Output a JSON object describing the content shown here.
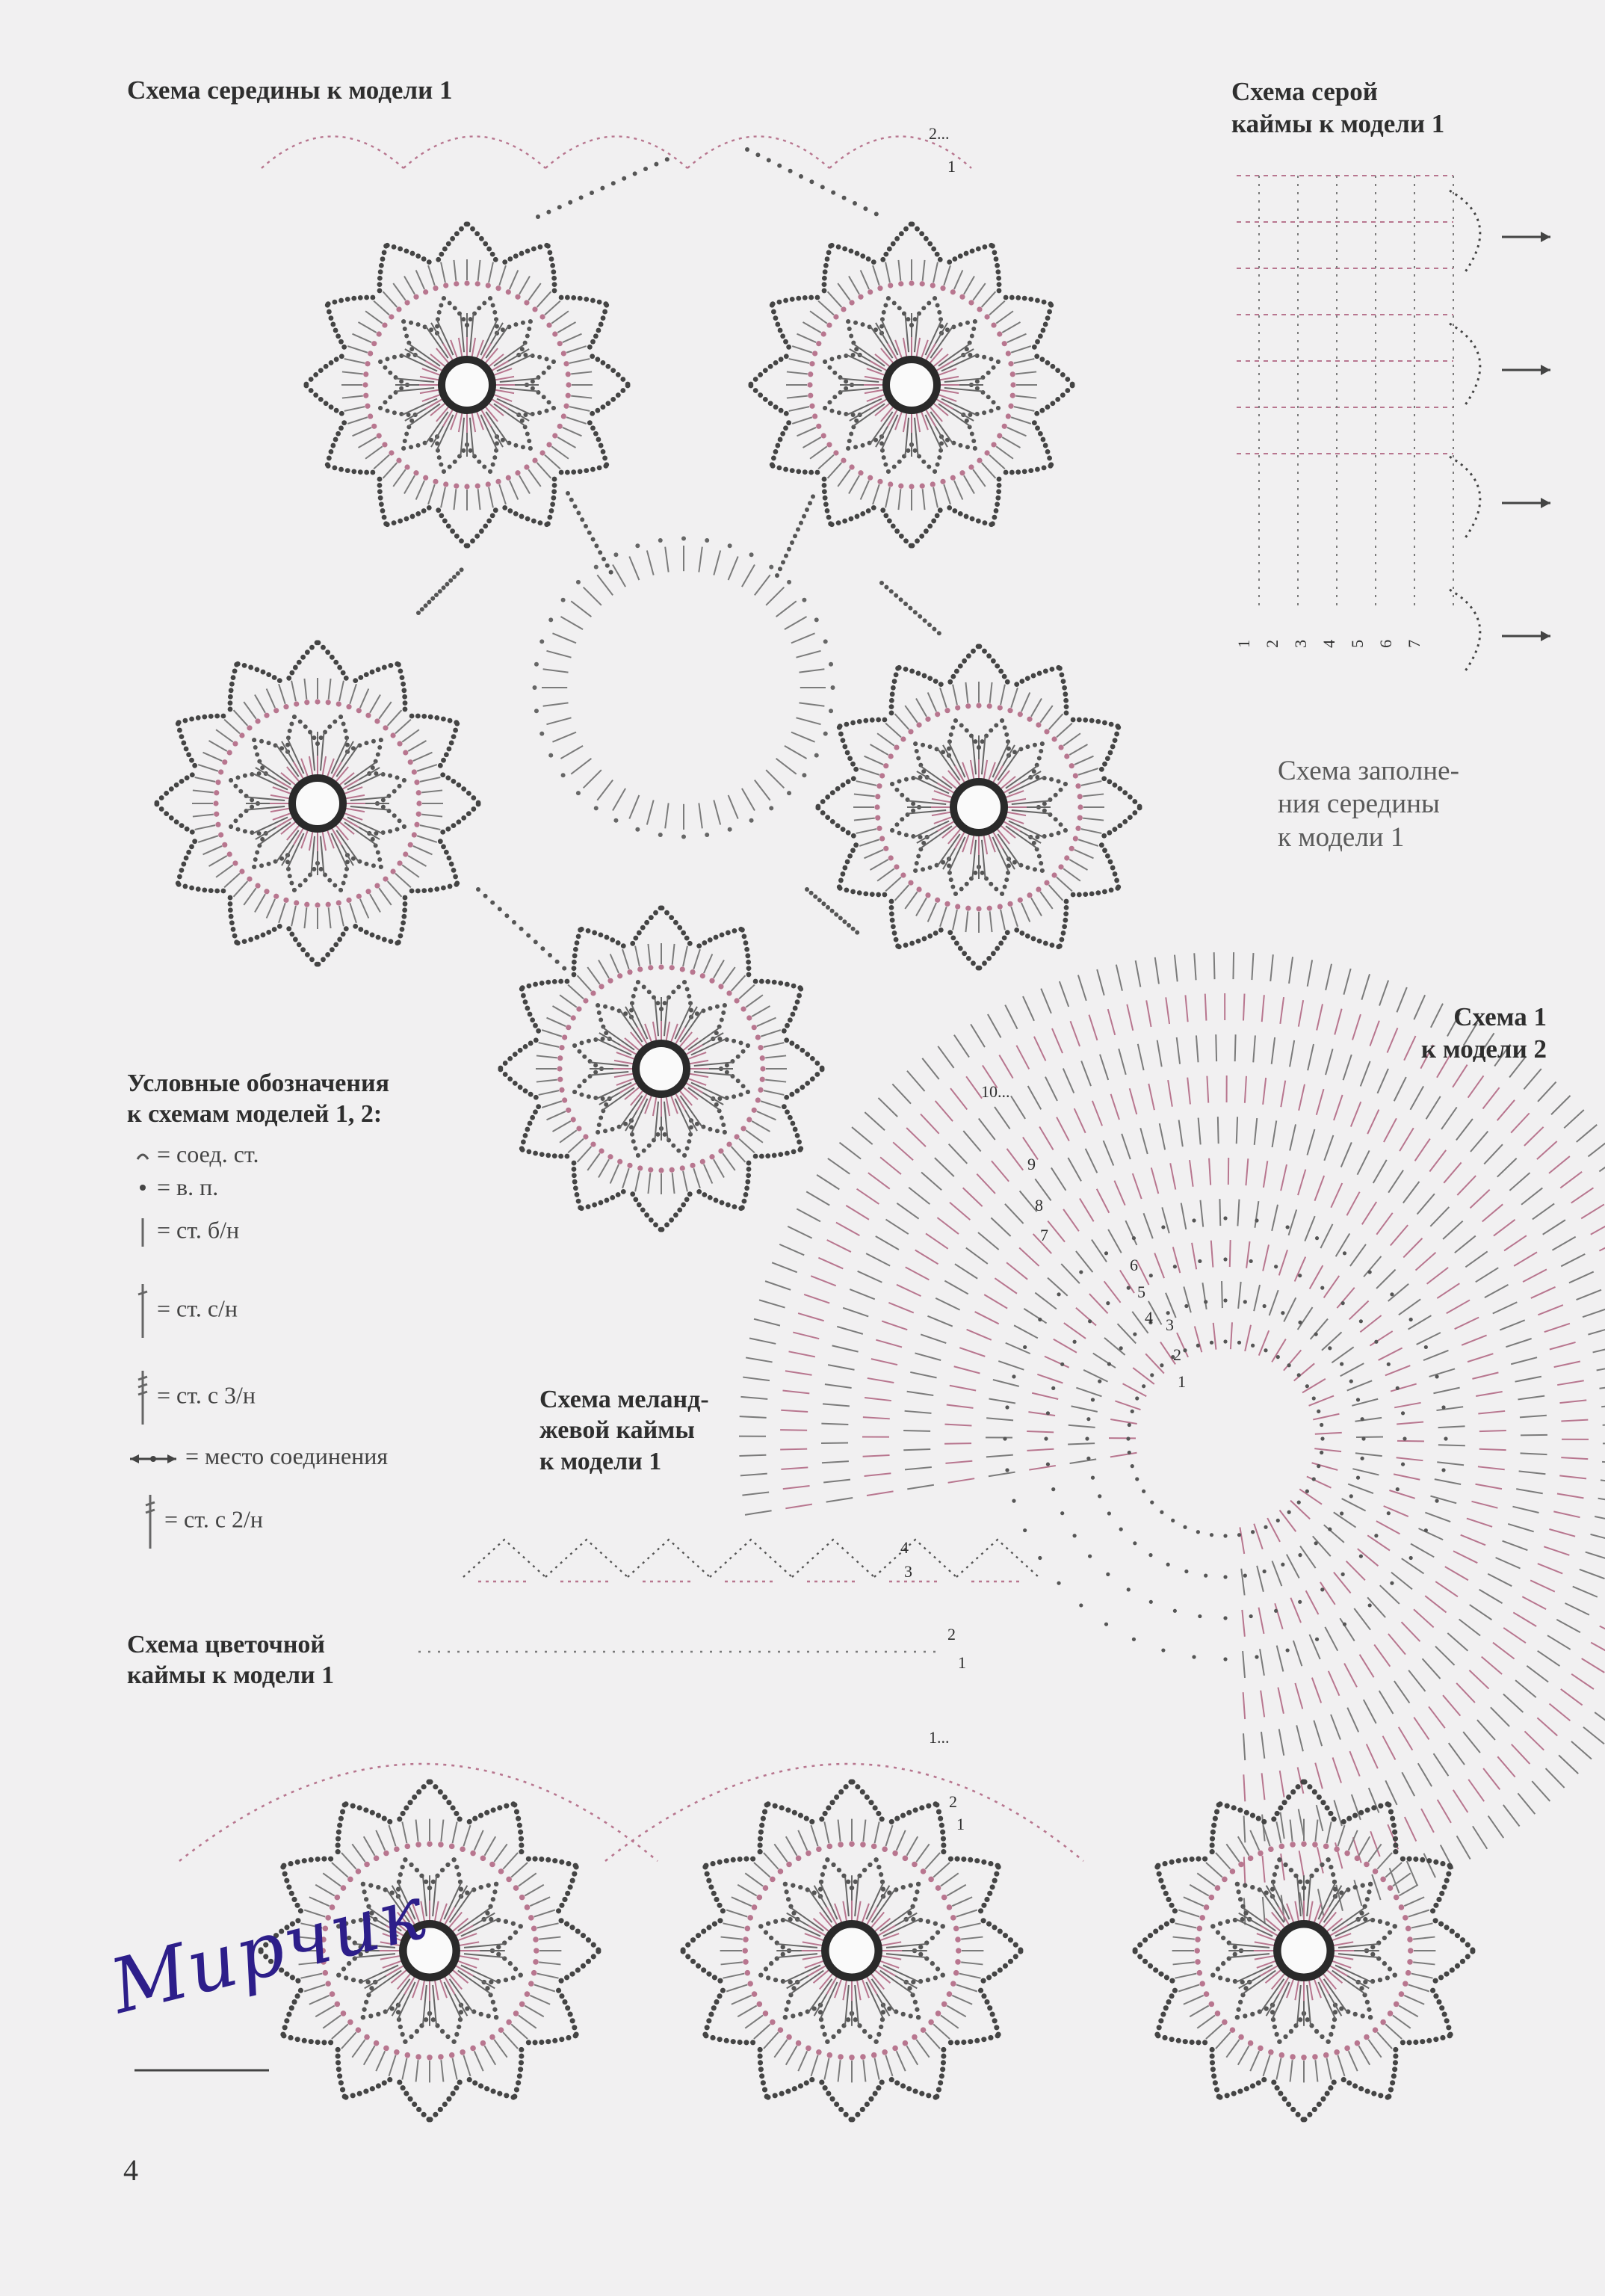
{
  "labels": {
    "center_scheme": "Схема середины к модели 1",
    "grey_border": [
      "Схема серой",
      "каймы к модели 1"
    ],
    "fill_scheme": [
      "Схема заполне-",
      "ния середины",
      "к модели 1"
    ],
    "scheme1_model2": [
      "Схема 1",
      "к модели 2"
    ],
    "melange_border": [
      "Схема меланд-",
      "жевой каймы",
      "к модели 1"
    ],
    "flower_border": [
      "Схема цветочной",
      "каймы к модели 1"
    ]
  },
  "legend": {
    "title": [
      "Условные обозначения",
      "к схемам моделей 1, 2:"
    ],
    "items": [
      {
        "symbol": "slip-stitch-icon",
        "text": "= соед. ст."
      },
      {
        "symbol": "chain-stitch-icon",
        "text": "= в. п."
      },
      {
        "symbol": "single-crochet-icon",
        "text": "= ст. б/н"
      },
      {
        "symbol": "double-crochet-icon",
        "text": "= ст. с/н"
      },
      {
        "symbol": "triple-treble-icon",
        "text": "= ст. с 3/н"
      },
      {
        "symbol": "join-arrow-icon",
        "text": "= место соединения"
      },
      {
        "symbol": "treble-crochet-icon",
        "text": "= ст. с 2/н"
      }
    ]
  },
  "row_marks": {
    "center": [
      "2...",
      "1"
    ],
    "grey_border": [
      "1",
      "2",
      "3",
      "4",
      "5",
      "6",
      "7"
    ],
    "scheme2": [
      "10...",
      "9",
      "8",
      "7",
      "6",
      "5",
      "4",
      "3",
      "2",
      "1"
    ],
    "melange": [
      "4",
      "3",
      "2",
      "1"
    ],
    "flower": [
      "1...",
      "2",
      "1"
    ]
  },
  "watermark": "Мирчик",
  "page_number": "4",
  "colors": {
    "background": "#f1f0f1",
    "ink": "#2e2e2e",
    "grey_stitch": "#7b7b7b",
    "pink_stitch": "#b8768f",
    "ring": "#2a2a2a",
    "watermark": "#2d1e8a"
  }
}
